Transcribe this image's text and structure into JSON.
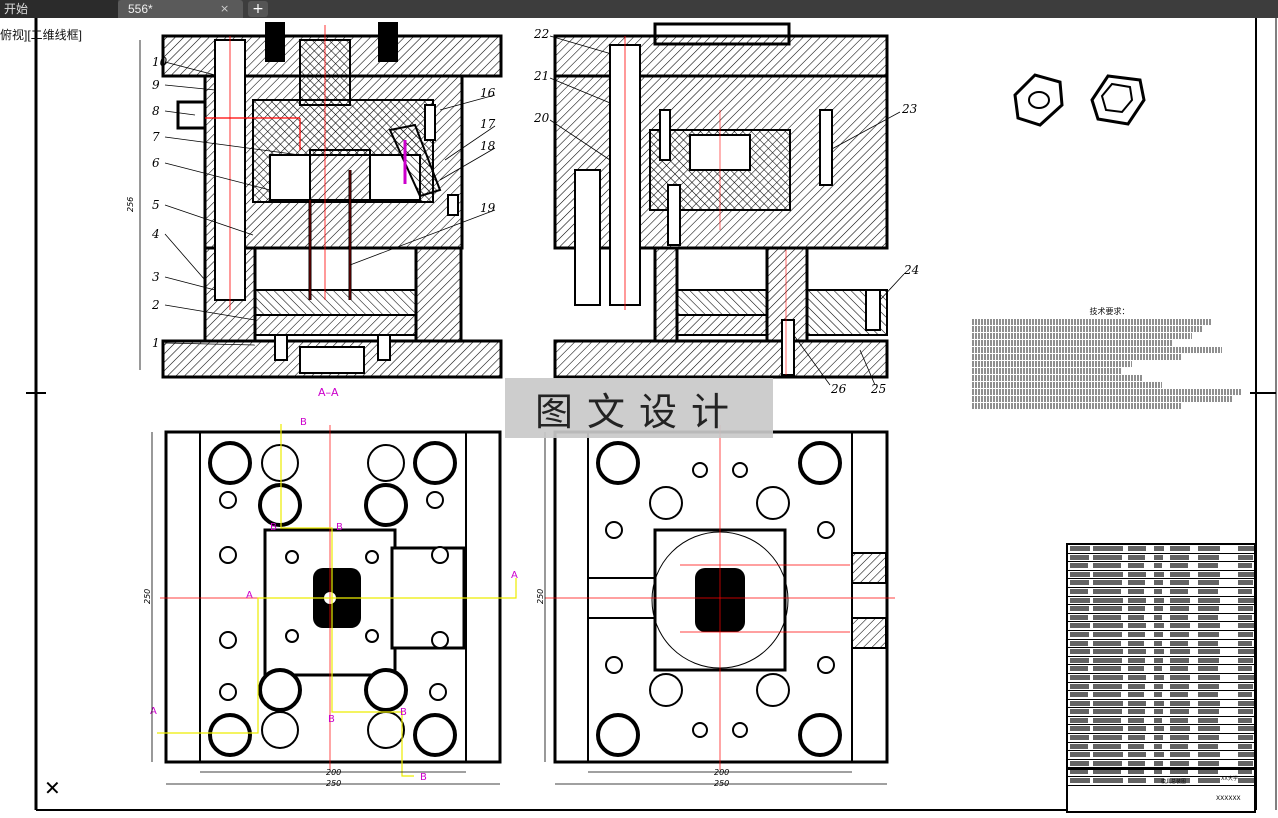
{
  "tabs": [
    {
      "label": "开始"
    },
    {
      "label": "556*"
    }
  ],
  "tab_close": "×",
  "tab_add": "+",
  "view_label": "俯视][二维线框]",
  "watermark": "图文设计",
  "section_label": "A–A",
  "part_numbers": [
    "1",
    "2",
    "3",
    "4",
    "5",
    "6",
    "7",
    "8",
    "9",
    "10",
    "16",
    "17",
    "18",
    "19",
    "20",
    "21",
    "22",
    "23",
    "24",
    "25",
    "26"
  ],
  "dimensions": {
    "height_left": "256",
    "width_200": "200",
    "width_250": "250",
    "height_250": "250"
  },
  "cut_markers": [
    "A",
    "B"
  ],
  "tech_title": "技术要求：",
  "title_block": {
    "name": "模具总装图",
    "school": "XX大学",
    "code": "XXXXXX"
  },
  "colors": {
    "tab_bg": "#3d3d3d",
    "active_tab": "#5a5a5a",
    "centerline": "#ff0000",
    "marker": "#cc00cc",
    "hatch": "#000000",
    "watermark_bg": "#c9c9c9"
  }
}
